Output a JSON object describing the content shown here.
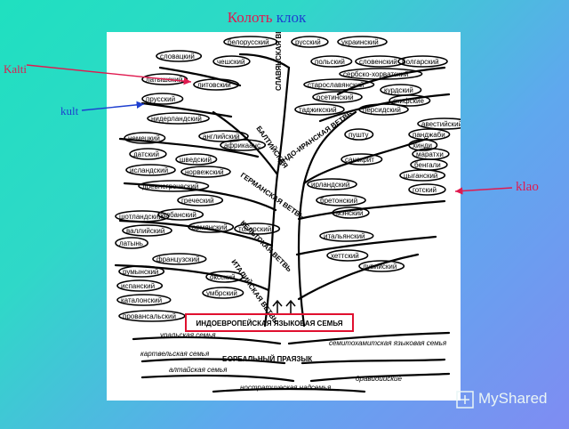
{
  "title": {
    "part1": "Колоть",
    "part2": "клок"
  },
  "annotations": {
    "kalti": "Kalti",
    "kult": "kult",
    "klao": "klao"
  },
  "watermark": "MyShared",
  "tree": {
    "leaves": [
      "белорусский",
      "русский",
      "украинский",
      "словацкий",
      "чешский",
      "польский",
      "словенский",
      "болгарский",
      "сербско-хорватский",
      "латышский",
      "литовский",
      "старославянский",
      "курдский",
      "прусский",
      "осетинский",
      "скифские",
      "таджикский",
      "персидский",
      "нидерландский",
      "английский",
      "авестийский",
      "пушту",
      "панджаби",
      "немецкий",
      "африкаанс",
      "хинди",
      "датский",
      "шведский",
      "маратхи",
      "исландский",
      "норвежский",
      "бенгали",
      "санскрит",
      "цыганский",
      "ирландский",
      "готский",
      "древнегреческий",
      "греческий",
      "бретонский",
      "шотландский",
      "албанский",
      "мэнский",
      "валлийский",
      "армянский",
      "итальянский",
      "латынь",
      "тохарский",
      "французский",
      "румынский",
      "хеттский",
      "испанский",
      "лувийский",
      "каталонский",
      "оксский",
      "провансальский",
      "умбрский"
    ],
    "branches": [
      "СЛАВЯНСКАЯ ВЕТВЬ",
      "БАЛТИЙСКАЯ",
      "ИНДО-ИРАНСКАЯ ВЕТВЬ",
      "ГЕРМАНСКАЯ ВЕТВЬ",
      "КЕЛЬТСКАЯ ВЕТВЬ",
      "ИТАЛИЙСКАЯ ВЕТВЬ"
    ],
    "family": "ИНДОЕВРОПЕЙСКАЯ ЯЗЫКОВАЯ СЕМЬЯ",
    "roots": [
      "уральская семья",
      "картвельская семья",
      "алтайская семья",
      "БОРЕАЛЬНЫЙ ПРАЯЗЫК",
      "семитохамитская языковая семья",
      "дравидийские",
      "ностратическая надсемья"
    ]
  },
  "colors": {
    "pink": "#e01a4f",
    "blue": "#1e3fd0",
    "box": "#e0102f"
  }
}
